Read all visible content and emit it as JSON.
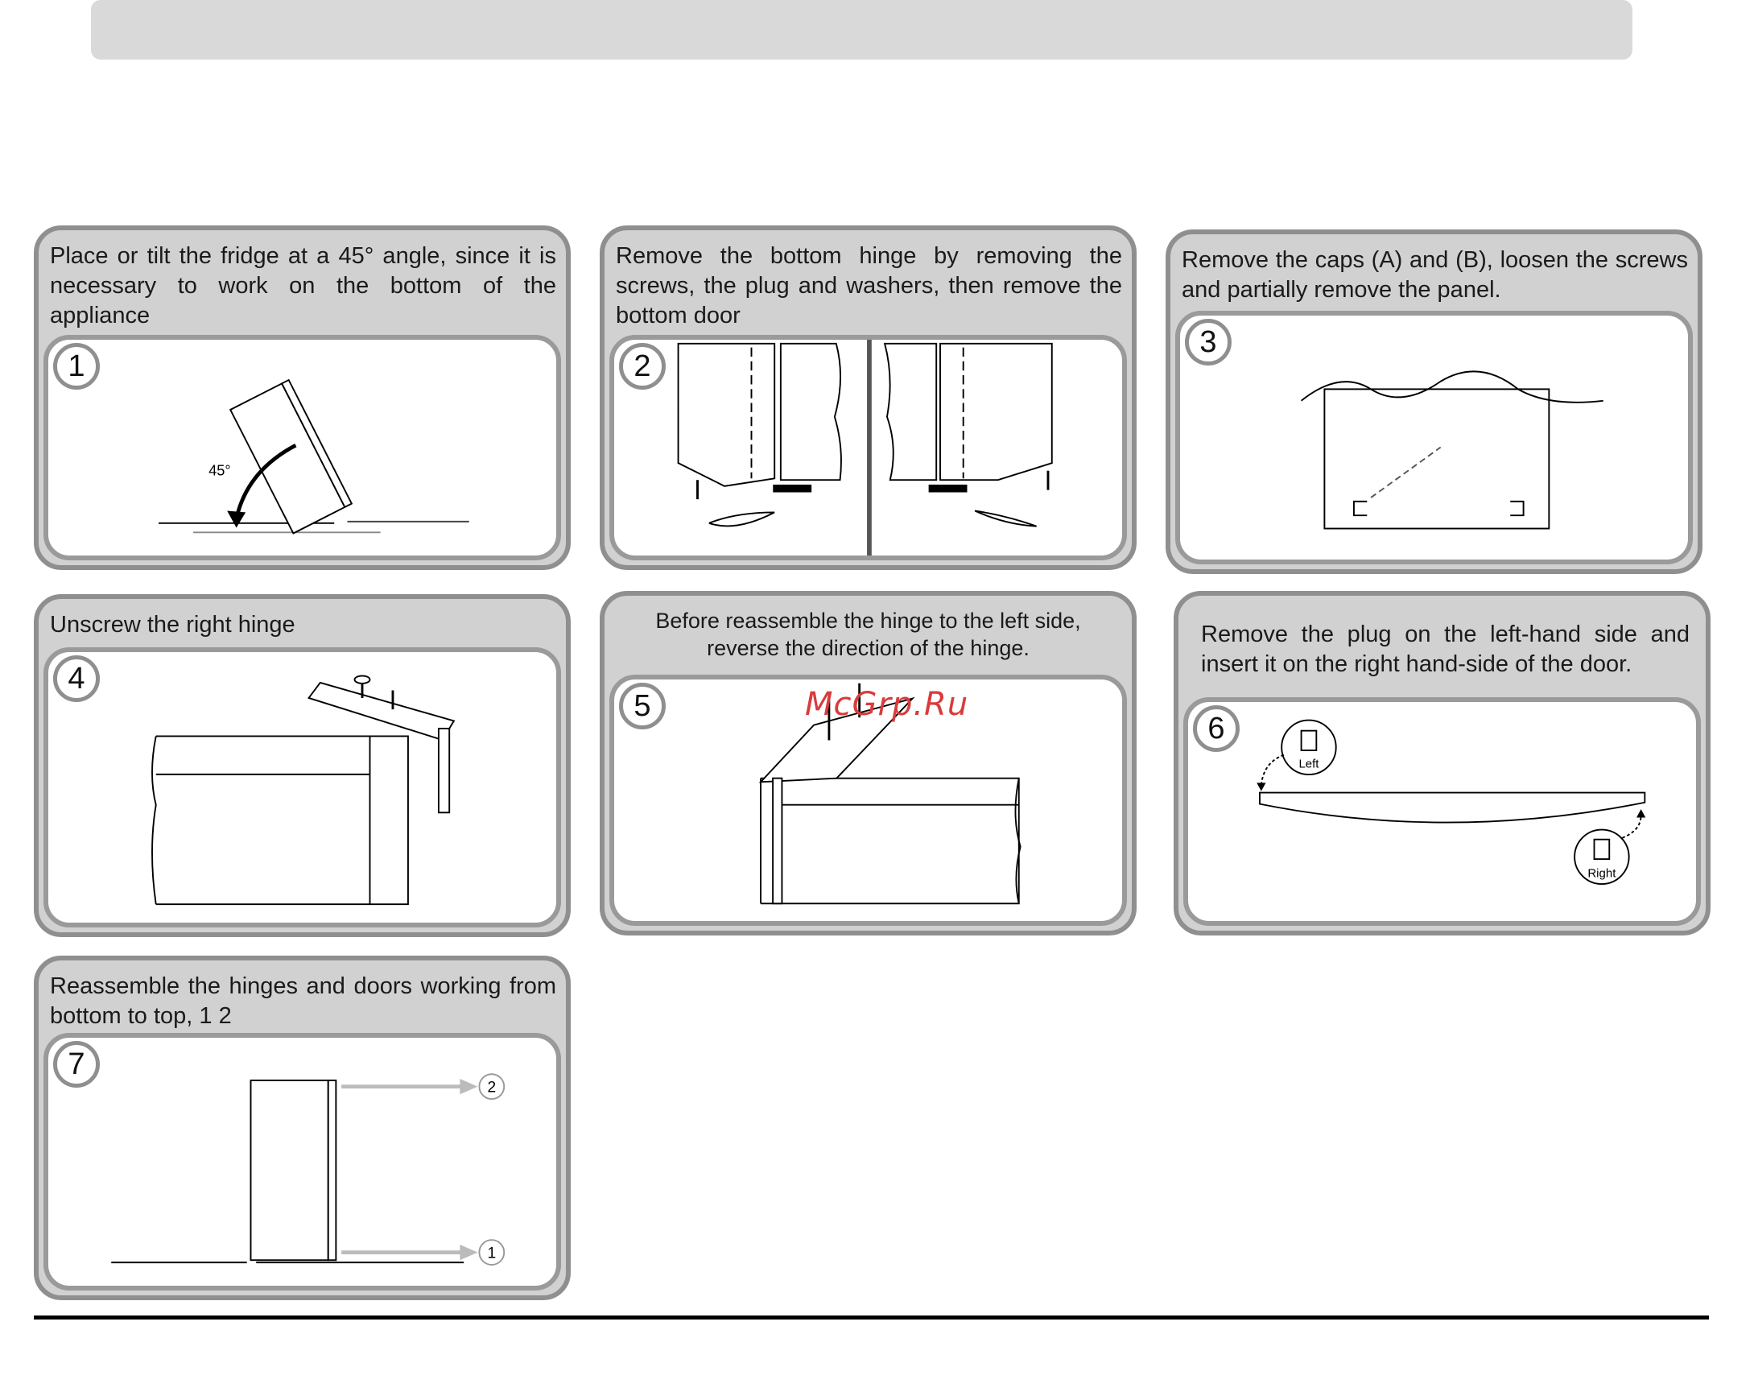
{
  "steps": [
    {
      "number": "1",
      "text": "Place or tilt the fridge at a 45° angle, since it is necessary to work on the bottom of the appliance",
      "angle_label": "45°"
    },
    {
      "number": "2",
      "text": "Remove the bottom hinge by removing the screws, the plug and washers, then remove the bottom door"
    },
    {
      "number": "3",
      "text": "Remove the caps (A) and (B), loosen the screws and partially remove the panel."
    },
    {
      "number": "4",
      "text": "Unscrew the right hinge"
    },
    {
      "number": "5",
      "text": "Before reassemble the hinge to the left side, reverse the direction of the hinge."
    },
    {
      "number": "6",
      "text": "Remove the plug on the left-hand side and insert it on the right hand-side of the door.",
      "left_label": "Left",
      "right_label": "Right"
    },
    {
      "number": "7",
      "text": "Reassemble the hinges and doors working from bottom to top, 1     2",
      "marker_1": "1",
      "marker_2": "2"
    }
  ],
  "watermark": "McGrp.Ru"
}
